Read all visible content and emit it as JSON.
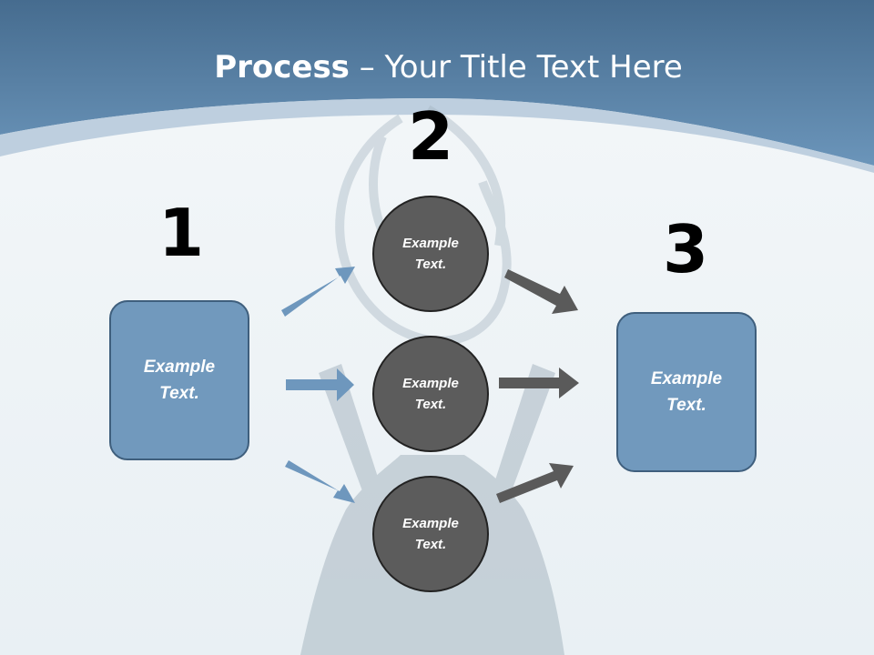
{
  "title": {
    "bold": "Process",
    "rest": " – Your Title Text Here"
  },
  "steps": [
    "1",
    "2",
    "3"
  ],
  "left_box": {
    "text": "Example Text."
  },
  "right_box": {
    "text": "Example Text."
  },
  "circles": [
    {
      "text": "Example Text."
    },
    {
      "text": "Example Text."
    },
    {
      "text": "Example Text."
    }
  ],
  "colors": {
    "header_blue": "#6790b5",
    "box_fill": "#7199bd",
    "box_border": "#3f5f7d",
    "circle_fill": "#5c5c5c",
    "blue_arrow": "#6e97bd",
    "gray_arrow": "#5a5a5a"
  }
}
